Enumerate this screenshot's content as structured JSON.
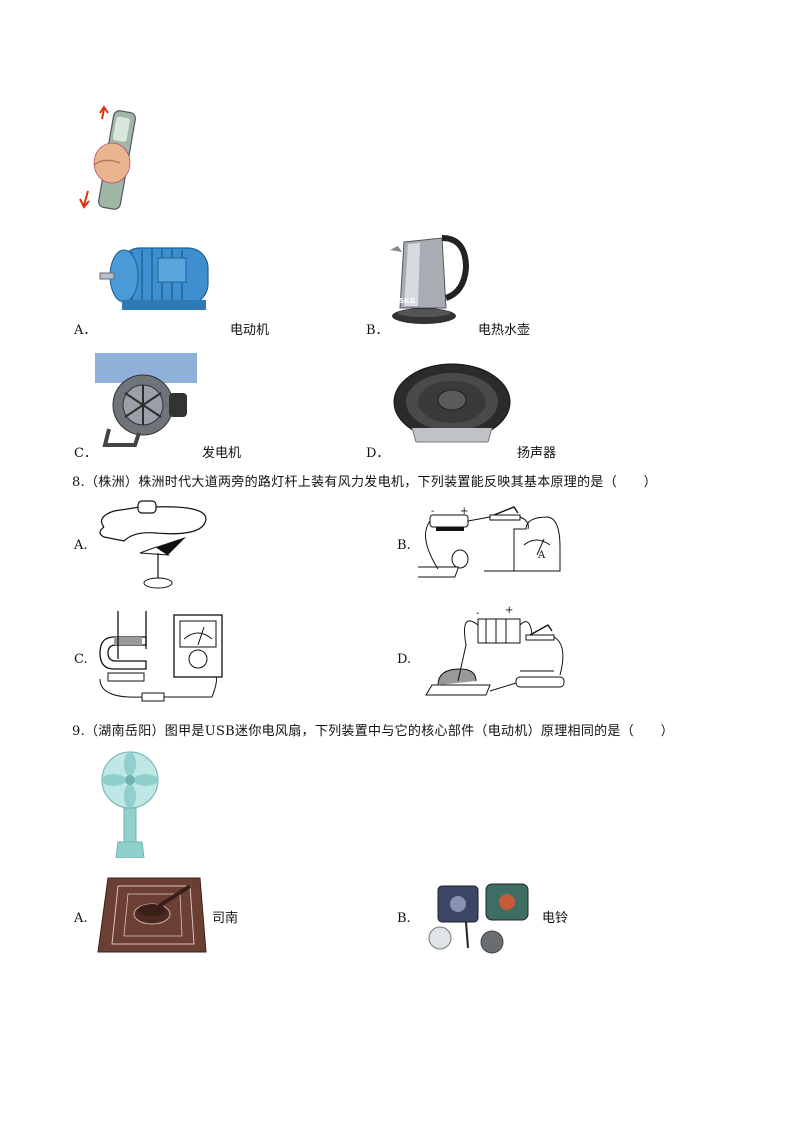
{
  "q7": {
    "options": [
      {
        "letter": "A．",
        "caption": "电动机"
      },
      {
        "letter": "B．",
        "caption": "电热水壶"
      },
      {
        "letter": "C．",
        "caption": "发电机"
      },
      {
        "letter": "D．",
        "caption": "扬声器"
      }
    ],
    "kettle_brand": "SKG"
  },
  "q8": {
    "stem": "8.（株洲）株洲时代大道两旁的路灯杆上装有风力发电机，下列装置能反映其基本原理的是（　　）",
    "options": [
      {
        "letter": "A."
      },
      {
        "letter": "B."
      },
      {
        "letter": "C."
      },
      {
        "letter": "D."
      }
    ],
    "ammeter_symbol": "A",
    "minus": "-",
    "plus": "+"
  },
  "q9": {
    "stem": "9.（湖南岳阳）图甲是USB迷你电风扇，下列装置中与它的核心部件（电动机）原理相同的是（　　）",
    "options": [
      {
        "letter": "A.",
        "caption": "司南"
      },
      {
        "letter": "B.",
        "caption": "电铃"
      }
    ]
  }
}
